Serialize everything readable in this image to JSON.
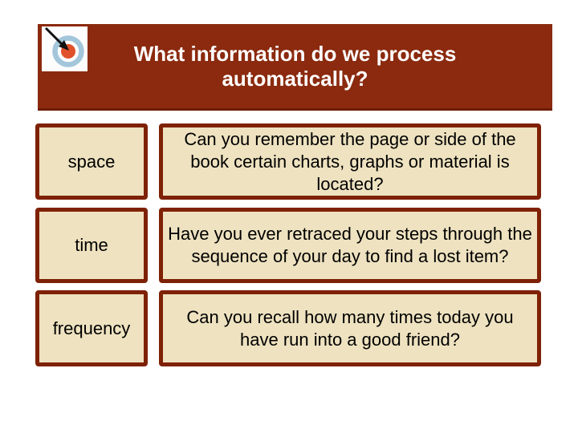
{
  "header": {
    "title": "What information do we process automatically?",
    "icon": "bullseye-target-icon"
  },
  "rows": [
    {
      "label": "space",
      "question": "Can you remember the page or side of the book certain charts, graphs or material is located?"
    },
    {
      "label": "time",
      "question": "Have you ever retraced your steps through the sequence of your day to find a lost item?"
    },
    {
      "label": "frequency",
      "question": "Can you recall how many times today you have run into a good friend?"
    }
  ],
  "colors": {
    "banner_bg": "#8B2A0E",
    "banner_bottom_edge": "#6E1D05",
    "box_border": "#7E2105",
    "box_fill": "#EEE2C0",
    "title_text": "#FFFFFF",
    "body_text": "#000000",
    "bullseye_ring": "#A3C6DB",
    "bullseye_center": "#E0512B",
    "arrow": "#111111"
  }
}
